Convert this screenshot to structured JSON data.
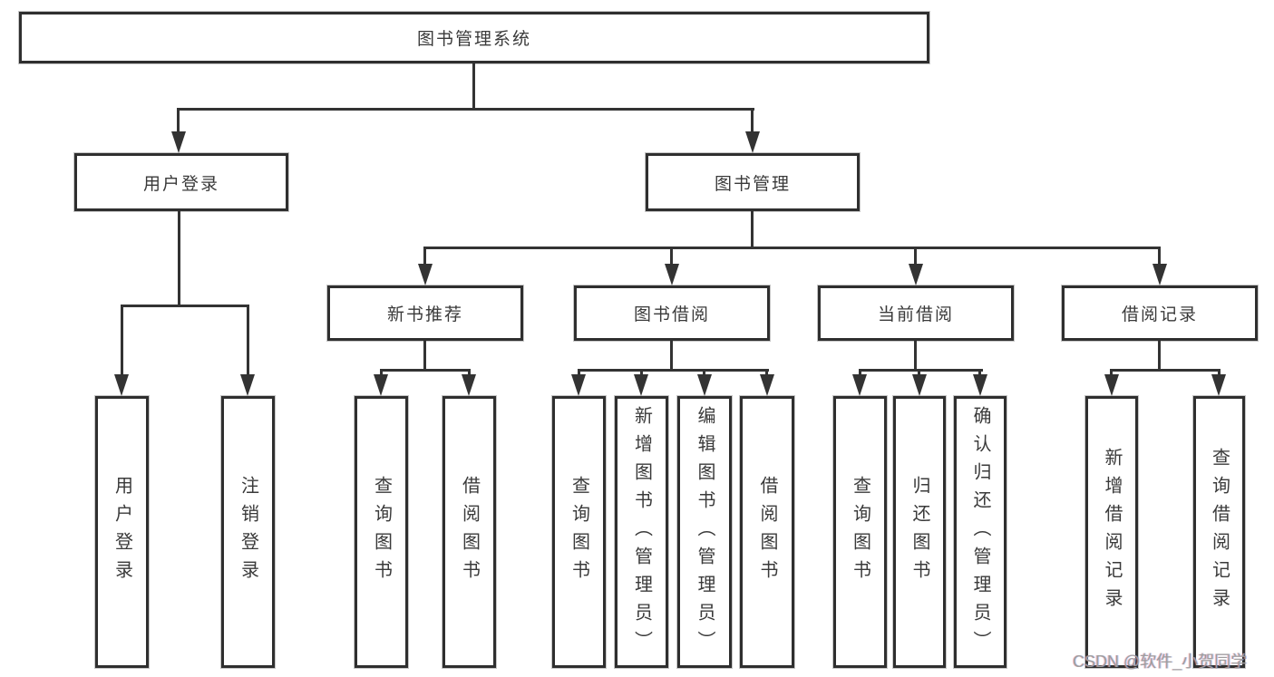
{
  "colors": {
    "background": "#ffffff",
    "line": "#333333",
    "box_border": "#2f2f2f",
    "text": "#3a3a3a",
    "watermark": "#9e9e9e"
  },
  "nodes": {
    "root": "图书管理系统",
    "level2": [
      "用户登录",
      "图书管理"
    ],
    "level3": [
      "新书推荐",
      "图书借阅",
      "当前借阅",
      "借阅记录"
    ],
    "leaves": [
      "用户登录",
      "注销登录",
      "查询图书",
      "借阅图书",
      "查询图书",
      "新增图书（管理员）",
      "编辑图书（管理员）",
      "借阅图书",
      "查询图书",
      "归还图书",
      "确认归还（管理员）",
      "新增借阅记录",
      "查询借阅记录"
    ]
  },
  "watermark": "CSDN @软件_小贺同学"
}
